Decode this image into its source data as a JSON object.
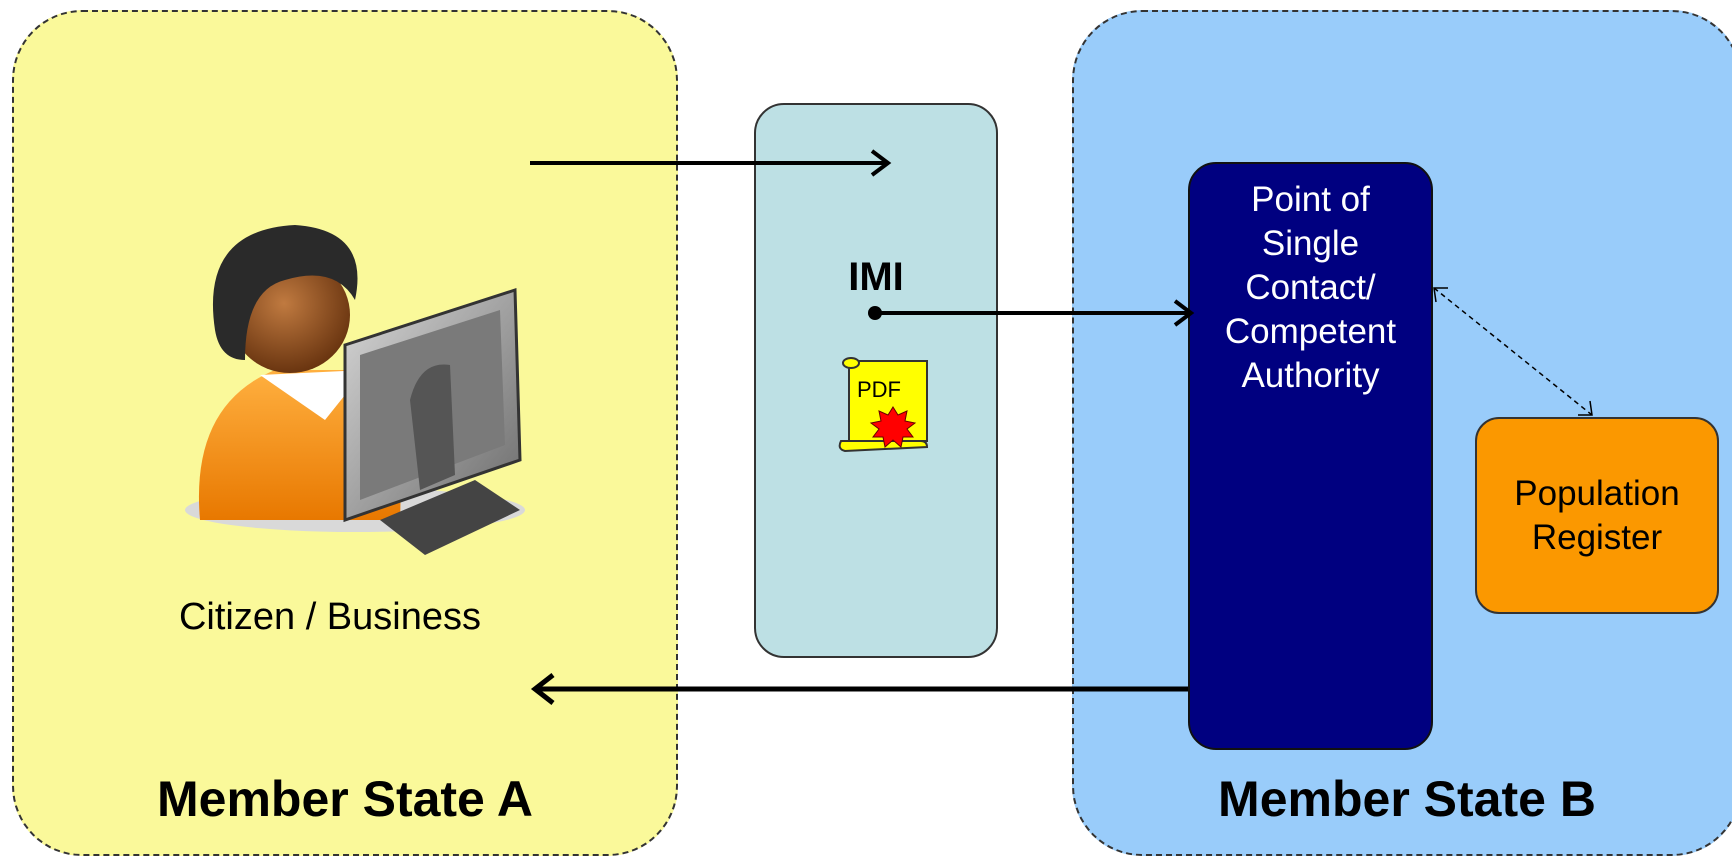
{
  "regions": {
    "a": {
      "title": "Member State A",
      "fill": "#faf99a"
    },
    "b": {
      "title": "Member State B",
      "fill": "#99ccfa"
    }
  },
  "imi": {
    "label": "IMI",
    "fill": "#bde0e4"
  },
  "pdf": {
    "label": "PDF",
    "icon": "pdf-scroll-icon"
  },
  "psc": {
    "lines": [
      "Point of",
      "Single",
      "Contact/",
      "Competent",
      "Authority"
    ],
    "fill": "#000080"
  },
  "population_register": {
    "lines": [
      "Population",
      "Register"
    ],
    "fill": "#fb9800"
  },
  "citizen": {
    "label": "Citizen / Business",
    "icon": "person-at-computer-icon"
  }
}
